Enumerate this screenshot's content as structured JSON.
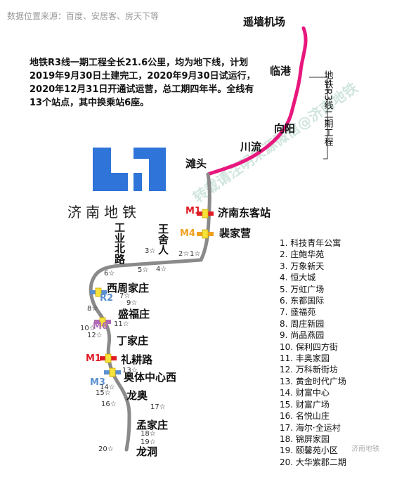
{
  "source_note": "数据位置来源：百度、安居客、房天下等",
  "description": "地铁R3线一期工程全长21.6公里，均为地下线，计划2019年9月30日土建完工，2020年9月30日试运行，2020年12月31日开通试运营，总工期四年半。全线有13个站点，其中换乘站6座。",
  "brand": "济南地铁",
  "phase2_label": "地铁R3线二期工程",
  "watermark": "转载请注明来源微信@济南地铁",
  "watermark_small": "济南地铁",
  "stations": [
    {
      "name": "遥墙机场"
    },
    {
      "name": "临港"
    },
    {
      "name": "向阳"
    },
    {
      "name": "川流"
    },
    {
      "name": "滩头"
    },
    {
      "name": "济南东客站"
    },
    {
      "name": "裴家营"
    },
    {
      "name": "王舍人"
    },
    {
      "name": "工业北路"
    },
    {
      "name": "西周家庄"
    },
    {
      "name": "盛福庄"
    },
    {
      "name": "丁家庄"
    },
    {
      "name": "礼耕路"
    },
    {
      "name": "奥体中心西"
    },
    {
      "name": "龙奥"
    },
    {
      "name": "孟家庄"
    },
    {
      "name": "龙洞"
    }
  ],
  "transfers": [
    {
      "label": "M1",
      "color": "#e01b24"
    },
    {
      "label": "M4",
      "color": "#f0a020"
    },
    {
      "label": "R2",
      "color": "#5a8fd0"
    },
    {
      "label": "M6",
      "color": "#b06ab5"
    },
    {
      "label": "M1",
      "color": "#e01b24"
    },
    {
      "label": "M3",
      "color": "#5a8fd0"
    }
  ],
  "markers": [
    "1",
    "2",
    "3",
    "4",
    "5",
    "6",
    "7",
    "8",
    "9",
    "10",
    "11",
    "12",
    "13",
    "14",
    "15",
    "16",
    "17",
    "18",
    "19",
    "20"
  ],
  "legend": [
    "1. 科技青年公寓",
    "2. 庄鲍华苑",
    "3. 万象新天",
    "4. 恒大城",
    "5. 万虹广场",
    "6. 东都国际",
    "7. 盛福苑",
    "8. 周庄新园",
    "9. 尚品燕园",
    "10. 保利四方街",
    "11. 丰奥家园",
    "12. 万科新街坊",
    "13. 黄金时代广场",
    "14. 财富中心",
    "15. 财富广场",
    "16. 名悦山庄",
    "17. 海尔·全运村",
    "18. 锦屏家园",
    "19. 颐馨苑小区",
    "20. 大华紫郡二期"
  ],
  "colors": {
    "phase1_line": "#8a8a8a",
    "phase2_line": "#e8177e",
    "logo_blue": "#2f74d8"
  }
}
